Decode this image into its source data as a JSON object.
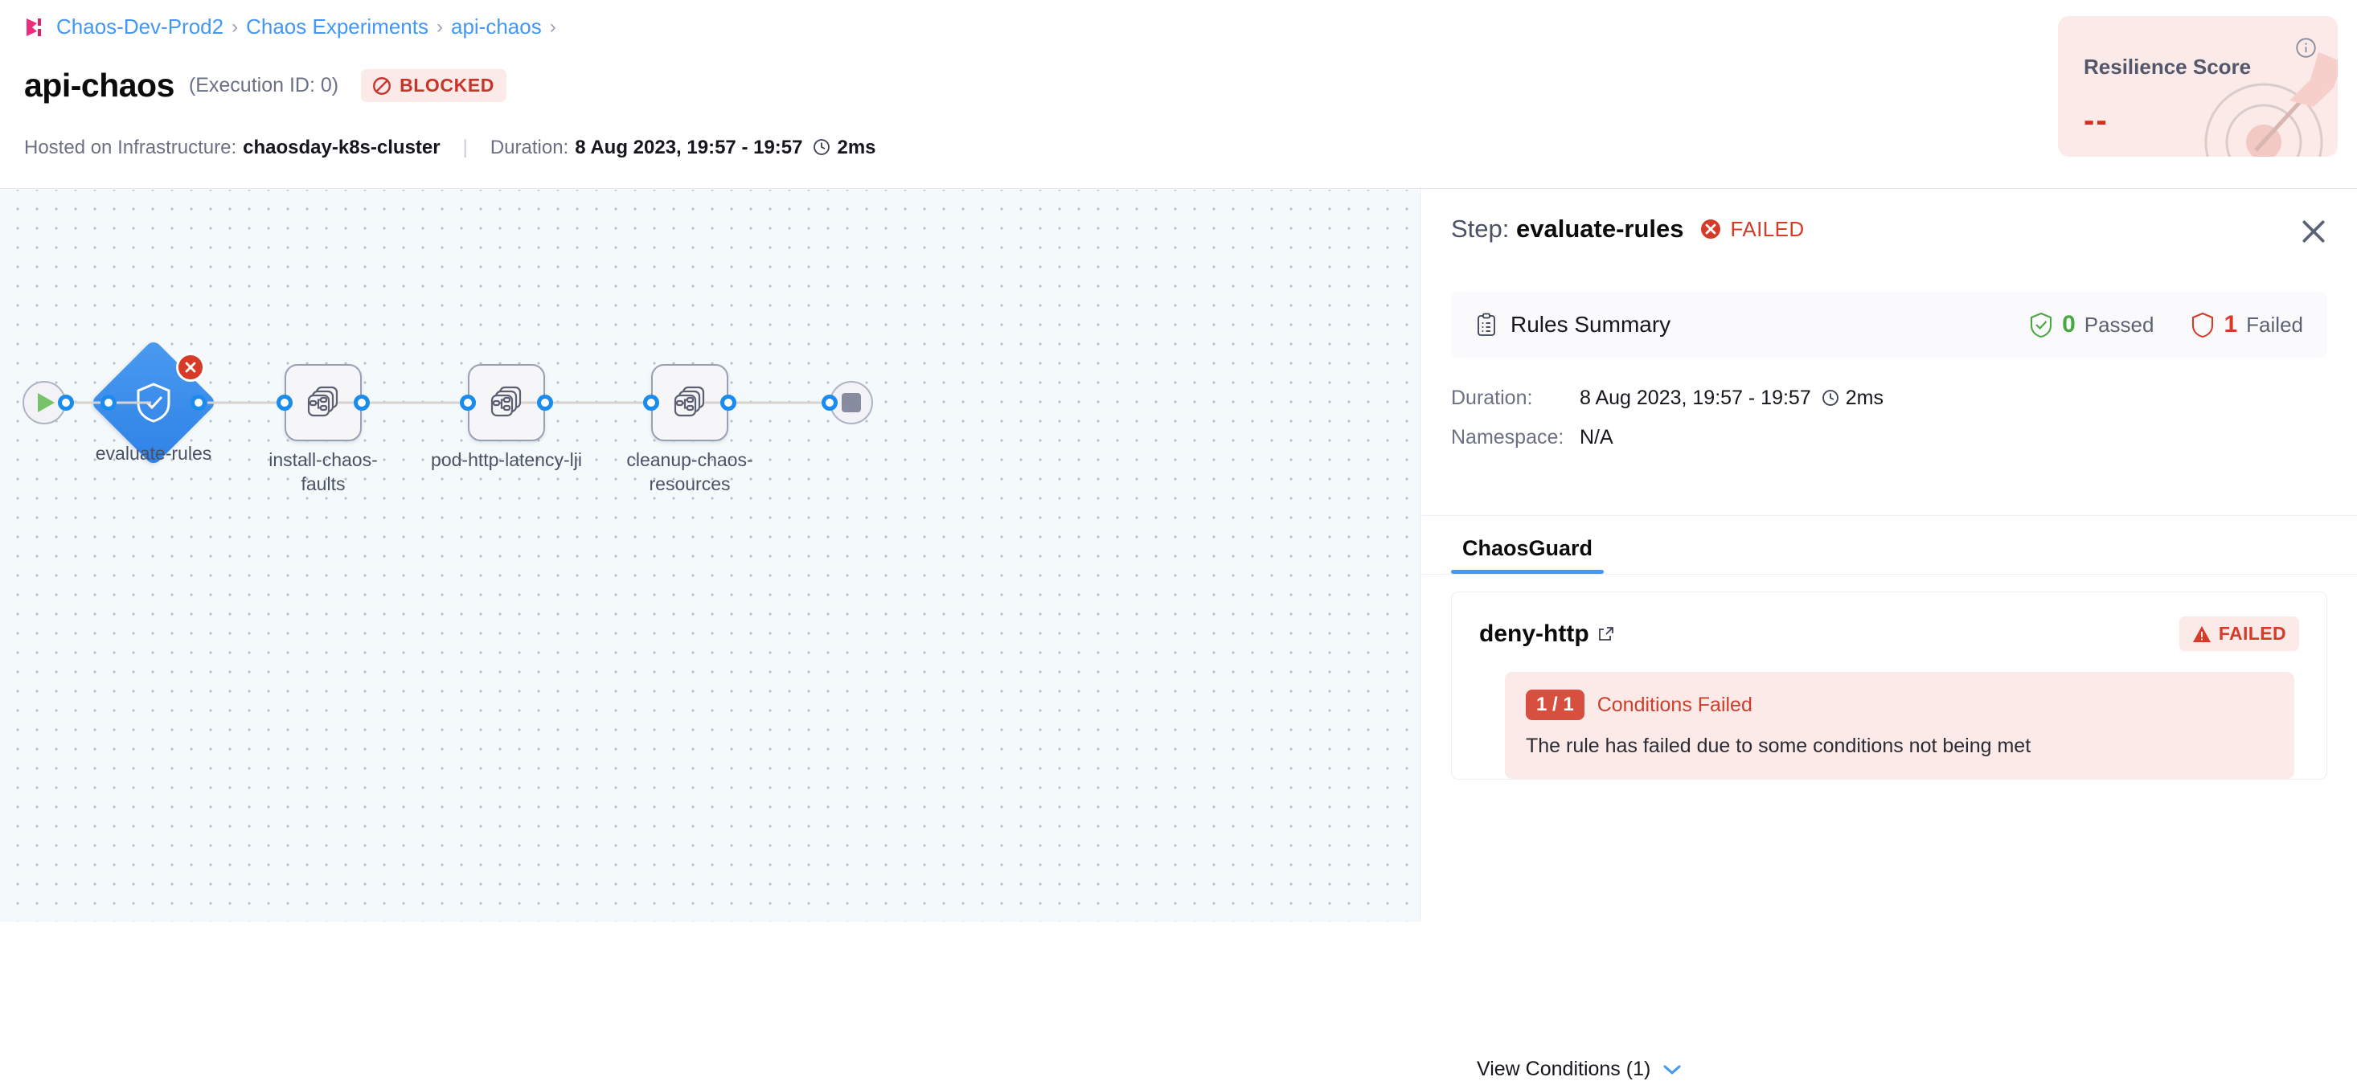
{
  "breadcrumb": {
    "logo_icon": "harness-logo-icon",
    "items": [
      {
        "label": "Chaos-Dev-Prod2"
      },
      {
        "label": "Chaos Experiments"
      },
      {
        "label": "api-chaos"
      }
    ],
    "separator": "›"
  },
  "header": {
    "title": "api-chaos",
    "execution_id": "(Execution ID: 0)",
    "status_badge": {
      "label": "BLOCKED",
      "icon": "blocked-icon",
      "color": "#c7352a",
      "background": "#fbeae8"
    },
    "infra_label": "Hosted on Infrastructure:",
    "infra_value": "chaosday-k8s-cluster",
    "divider": "|",
    "duration_label": "Duration:",
    "duration_value": "8 Aug 2023, 19:57 - 19:57",
    "duration_elapsed": "2ms",
    "clock_icon": "clock-icon"
  },
  "resilience": {
    "title": "Resilience Score",
    "value": "--",
    "info_icon": "info-icon",
    "target_icon": "target-dartboard-icon",
    "background": "#fbeae8",
    "value_color": "#da291d"
  },
  "canvas": {
    "start_node": {
      "name": "start-node",
      "icon": "play-icon"
    },
    "end_node": {
      "name": "end-node",
      "icon": "stop-icon"
    },
    "nodes": [
      {
        "label": "evaluate-rules",
        "type": "approval-diamond",
        "icon": "shield-check-icon",
        "status": "failed",
        "badge_icon": "error-x-icon"
      },
      {
        "label": "install-chaos-faults",
        "type": "step-box",
        "icon": "chaos-stack-icon",
        "status": "none"
      },
      {
        "label": "pod-http-latency-lji",
        "type": "step-box",
        "icon": "chaos-stack-icon",
        "status": "none"
      },
      {
        "label": "cleanup-chaos-resources",
        "type": "step-box",
        "icon": "chaos-stack-icon",
        "status": "none"
      }
    ]
  },
  "panel": {
    "title_prefix": "Step:",
    "step_name": "evaluate-rules",
    "status": {
      "label": "FAILED",
      "icon": "fail-circle-icon",
      "color": "#d73b28"
    },
    "close_icon": "close-icon",
    "summary": {
      "icon": "clipboard-icon",
      "label": "Rules Summary",
      "passed_count": "0",
      "passed_label": "Passed",
      "passed_icon": "shield-check-green-icon",
      "failed_count": "1",
      "failed_label": "Failed",
      "failed_icon": "shield-red-icon"
    },
    "details": [
      {
        "key": "Duration:",
        "value": "8 Aug 2023, 19:57 - 19:57",
        "suffix": "2ms",
        "icon": "clock-icon"
      },
      {
        "key": "Namespace:",
        "value": "N/A",
        "suffix": "",
        "icon": ""
      }
    ],
    "tabs": [
      {
        "label": "ChaosGuard",
        "active": true
      }
    ],
    "rule": {
      "name": "deny-http",
      "external_link_icon": "external-link-icon",
      "status_badge": {
        "label": "FAILED",
        "icon": "warning-triangle-icon",
        "color": "#d73b28",
        "background": "#fbeae8"
      },
      "conditions_pill": "1 / 1",
      "conditions_title": "Conditions Failed",
      "conditions_desc": "The rule has failed due to some conditions not being met"
    },
    "view_conditions": {
      "label": "View Conditions (1)",
      "icon": "chevron-down-icon"
    }
  }
}
